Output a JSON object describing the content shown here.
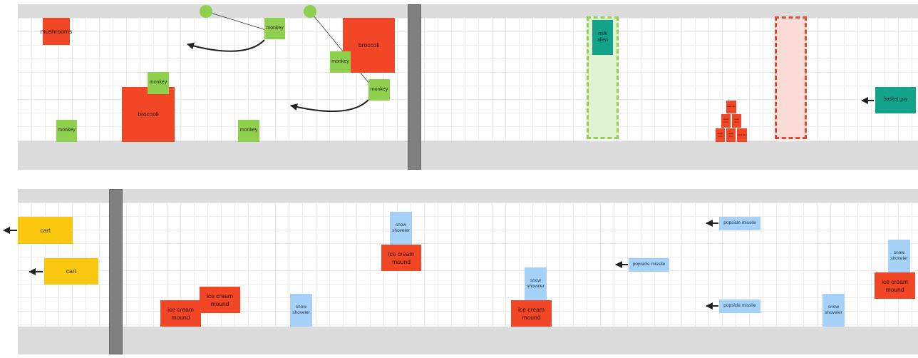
{
  "canvas": {
    "background": "#ffffff",
    "grid_color": "#ececec"
  },
  "colors": {
    "monkey": "#8fd14f",
    "food": "#f24726",
    "milk_alien": "#12a38a",
    "snow": "#a6d2fa",
    "cart": "#fac710",
    "wall": "#7f7f7f",
    "ground": "#dcdcdc"
  },
  "board1": {
    "mushrooms": "mushrooms",
    "broccoli_1": "broccoli",
    "broccoli_2": "broccoli",
    "monkey_1": "monkey",
    "monkey_2": "monkey",
    "monkey_3": "monkey",
    "monkey_4": "monkey",
    "monkey_5": "monkey",
    "monkey_6": "monkey",
    "milk_alien": "milk alien",
    "basket_guy": "basket guy",
    "stack_item_1": "stack item",
    "stack_item_2": "stack item",
    "stack_item_3": "stack item",
    "stack_item_4": "stack item",
    "stack_item_5": "stack item",
    "stack_item_6": "stack item"
  },
  "board2": {
    "cart_1": "cart",
    "cart_2": "cart",
    "ice_cream_1": "ice cream mound",
    "ice_cream_2": "ice cream mound",
    "ice_cream_3": "ice cream mound",
    "ice_cream_4": "ice cream mound",
    "ice_cream_5": "ice cream mound",
    "snow_1": "snow shoveler",
    "snow_2": "snow shoveler",
    "snow_3": "snow shoveler",
    "snow_4": "snow shoveler",
    "snow_5": "snow shoveler",
    "popsicle_1": "popsicle missile",
    "popsicle_2": "popsicle missile",
    "popsicle_3": "popsicle missile"
  }
}
